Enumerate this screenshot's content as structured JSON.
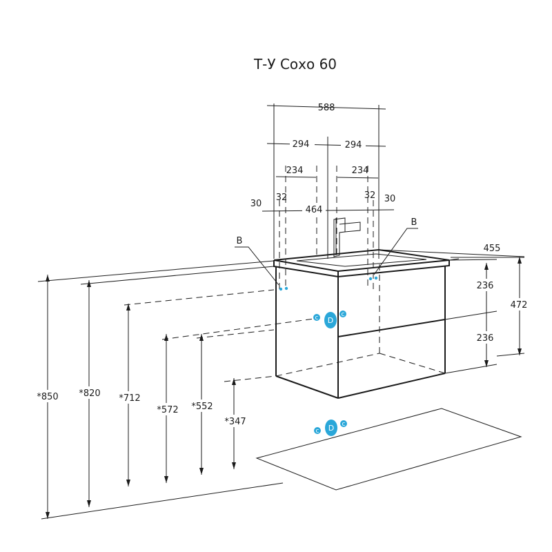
{
  "title": "Т-У Сохо 60",
  "dimensions": {
    "width_total": "588",
    "half_left": "294",
    "half_right": "294",
    "offset_left": "234",
    "offset_right": "234",
    "gap_left_30": "30",
    "gap_left_32": "32",
    "center_464": "464",
    "gap_right_32": "32",
    "gap_right_30": "30",
    "depth": "455",
    "drawer_top": "236",
    "drawer_bottom": "236",
    "height_472": "472"
  },
  "heights": {
    "h850": "*850",
    "h820": "*820",
    "h712": "*712",
    "h572": "*572",
    "h552": "*552",
    "h347": "*347"
  },
  "markers": {
    "b_left": "B",
    "b_right": "B",
    "d_label": "D",
    "c_label": "c"
  },
  "colors": {
    "line": "#1a1a1a",
    "marker_blue": "#2aa7d9"
  }
}
